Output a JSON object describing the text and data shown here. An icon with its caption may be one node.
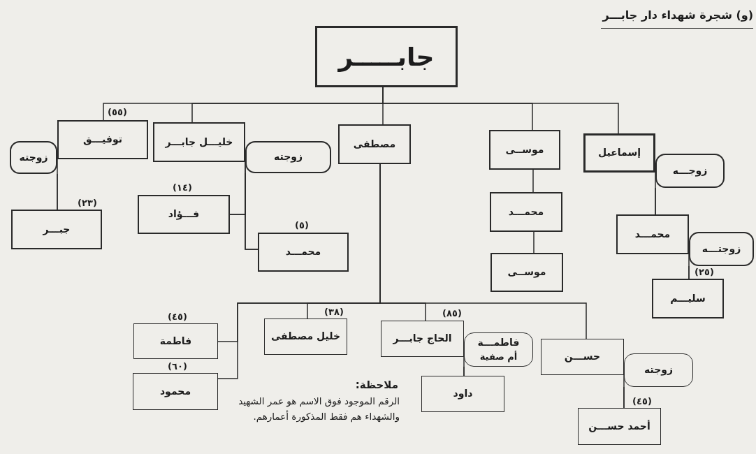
{
  "diagram": {
    "title": "(و) شجرة شهداء دار جابـــر",
    "nodes": [
      {
        "text": [
          "جابـــــر"
        ]
      },
      {
        "text": [
          "توفيـــق"
        ],
        "beside": [
          "(٥٥)"
        ]
      },
      {
        "text": [
          "زوجته"
        ]
      },
      {
        "text": [
          "جبـــر"
        ],
        "beside": [
          "(٢٣)"
        ]
      },
      {
        "text": [
          "خليـــل جابـــر"
        ]
      },
      {
        "text": [
          "زوجته"
        ]
      },
      {
        "text": [
          "فـــؤاد"
        ],
        "beside": [
          "(١٤)"
        ]
      },
      {
        "text": [
          "محمـــد"
        ],
        "beside": [
          "(٥)"
        ]
      },
      {
        "text": [
          "مصطفى"
        ]
      },
      {
        "text": [
          "موســى"
        ]
      },
      {
        "text": [
          "محمـــد"
        ]
      },
      {
        "text": [
          "موســى"
        ]
      },
      {
        "text": [
          "إسماعيل"
        ]
      },
      {
        "text": [
          "زوجـــه"
        ]
      },
      {
        "text": [
          "محمـــد"
        ]
      },
      {
        "text": [
          "زوجتـــه"
        ]
      },
      {
        "text": [
          "سليـــم"
        ],
        "beside": [
          "(٢٥)"
        ]
      },
      {
        "text": [
          "فاطمة"
        ],
        "beside": [
          "(٤٥)"
        ]
      },
      {
        "text": [
          "محمود"
        ],
        "beside": [
          "(٦٠)"
        ]
      },
      {
        "text": [
          "خليل مصطفى"
        ],
        "beside": [
          "(٣٨)"
        ]
      },
      {
        "text": [
          "الحاج جابـــر"
        ],
        "beside": [
          "(٨٥)"
        ]
      },
      {
        "text": [
          "فاطمـــة",
          "أم صفية"
        ]
      },
      {
        "text": [
          "داود"
        ]
      },
      {
        "text": [
          "حســـن"
        ]
      },
      {
        "text": [
          "زوجته"
        ]
      },
      {
        "text": [
          "أحمد حســـن"
        ],
        "beside": [
          "(٤٥)"
        ]
      }
    ],
    "edges": [
      {
        "from": 0,
        "to": 1,
        "arrow": "none"
      },
      {
        "from": 0,
        "to": 4,
        "arrow": "none"
      },
      {
        "from": 0,
        "to": 8,
        "arrow": "none"
      },
      {
        "from": 0,
        "to": 9,
        "arrow": "none"
      },
      {
        "from": 0,
        "to": 12,
        "arrow": "none"
      },
      {
        "from": 1,
        "to": 3,
        "arrow": "none"
      },
      {
        "from": 2,
        "to": 3,
        "arrow": "none"
      },
      {
        "from": 4,
        "to": 6,
        "arrow": "none"
      },
      {
        "from": 5,
        "to": 6,
        "arrow": "none"
      },
      {
        "from": 4,
        "to": 7,
        "arrow": "none"
      },
      {
        "from": 5,
        "to": 7,
        "arrow": "none"
      },
      {
        "from": 9,
        "to": 10,
        "arrow": "none"
      },
      {
        "from": 10,
        "to": 11,
        "arrow": "none"
      },
      {
        "from": 12,
        "to": 14,
        "arrow": "none"
      },
      {
        "from": 13,
        "to": 14,
        "arrow": "none"
      },
      {
        "from": 14,
        "to": 16,
        "arrow": "none"
      },
      {
        "from": 15,
        "to": 16,
        "arrow": "none"
      },
      {
        "from": 8,
        "to": 17,
        "arrow": "none"
      },
      {
        "from": 8,
        "to": 18,
        "arrow": "none"
      },
      {
        "from": 8,
        "to": 19,
        "arrow": "none"
      },
      {
        "from": 8,
        "to": 20,
        "arrow": "none"
      },
      {
        "from": 8,
        "to": 23,
        "arrow": "none"
      },
      {
        "from": 20,
        "to": 22,
        "arrow": "none"
      },
      {
        "from": 21,
        "to": 22,
        "arrow": "none"
      },
      {
        "from": 23,
        "to": 25,
        "arrow": "none"
      },
      {
        "from": 24,
        "to": 25,
        "arrow": "none"
      }
    ],
    "labels": [
      "ملاحظة:",
      "الرقم الموجود فوق الاسم هو عمر الشهيد والشهداء هم فقط المذكورة أعمارهم."
    ]
  }
}
